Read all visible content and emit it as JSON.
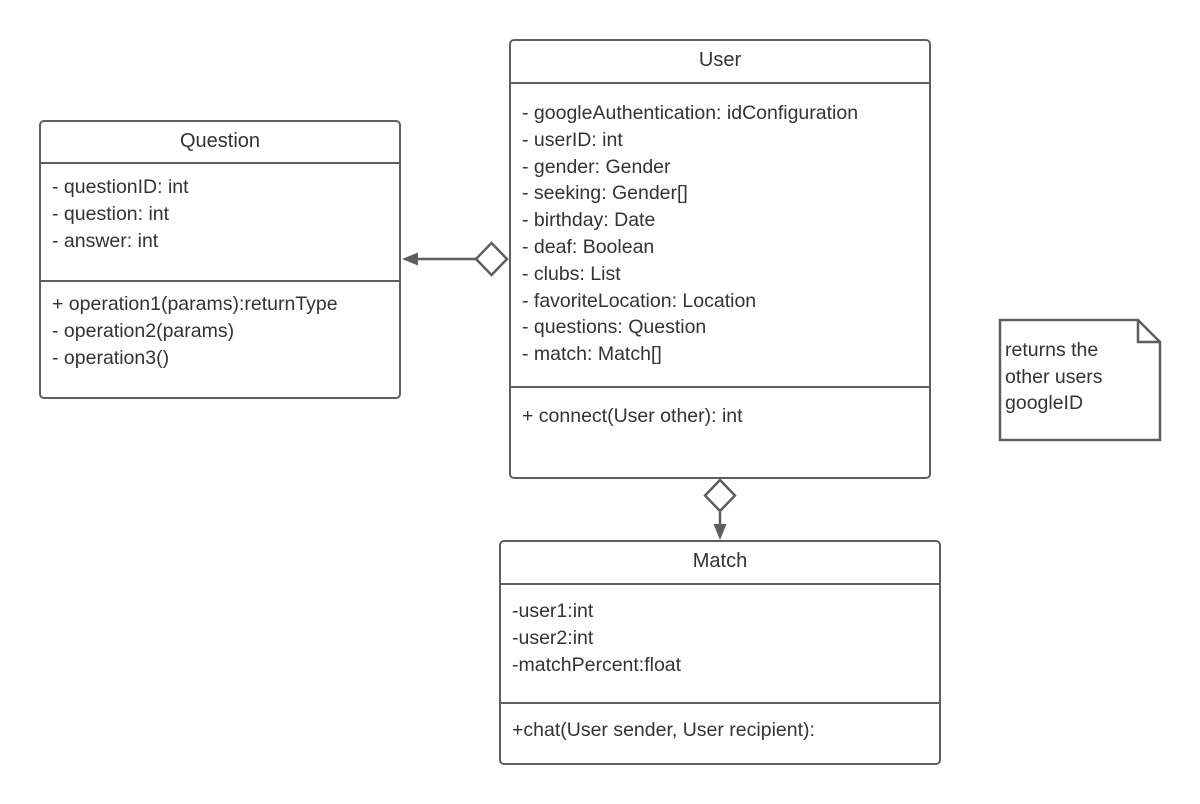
{
  "classes": {
    "user": {
      "name": "User",
      "attributes": [
        "- googleAuthentication: idConfiguration",
        "- userID: int",
        "- gender: Gender",
        "- seeking: Gender[]",
        "- birthday: Date",
        "- deaf: Boolean",
        "- clubs: List",
        "- favoriteLocation: Location",
        "- questions: Question",
        "- match: Match[]"
      ],
      "operations": [
        "+ connect(User other): int"
      ]
    },
    "question": {
      "name": "Question",
      "attributes": [
        "- questionID: int",
        "- question: int",
        "- answer: int"
      ],
      "operations": [
        "+ operation1(params):returnType",
        "- operation2(params)",
        "- operation3()"
      ]
    },
    "match": {
      "name": "Match",
      "attributes": [
        "-user1:int",
        "-user2:int",
        "-matchPercent:float"
      ],
      "operations": [
        "+chat(User sender, User recipient):"
      ]
    }
  },
  "note": {
    "text": "returns the\nother users\ngoogleID"
  },
  "relationships": [
    {
      "type": "aggregation",
      "whole": "User",
      "part": "Question"
    },
    {
      "type": "aggregation",
      "whole": "User",
      "part": "Match"
    }
  ],
  "colors": {
    "stroke": "#5e5e5e",
    "text": "#333333",
    "background": "#ffffff"
  }
}
